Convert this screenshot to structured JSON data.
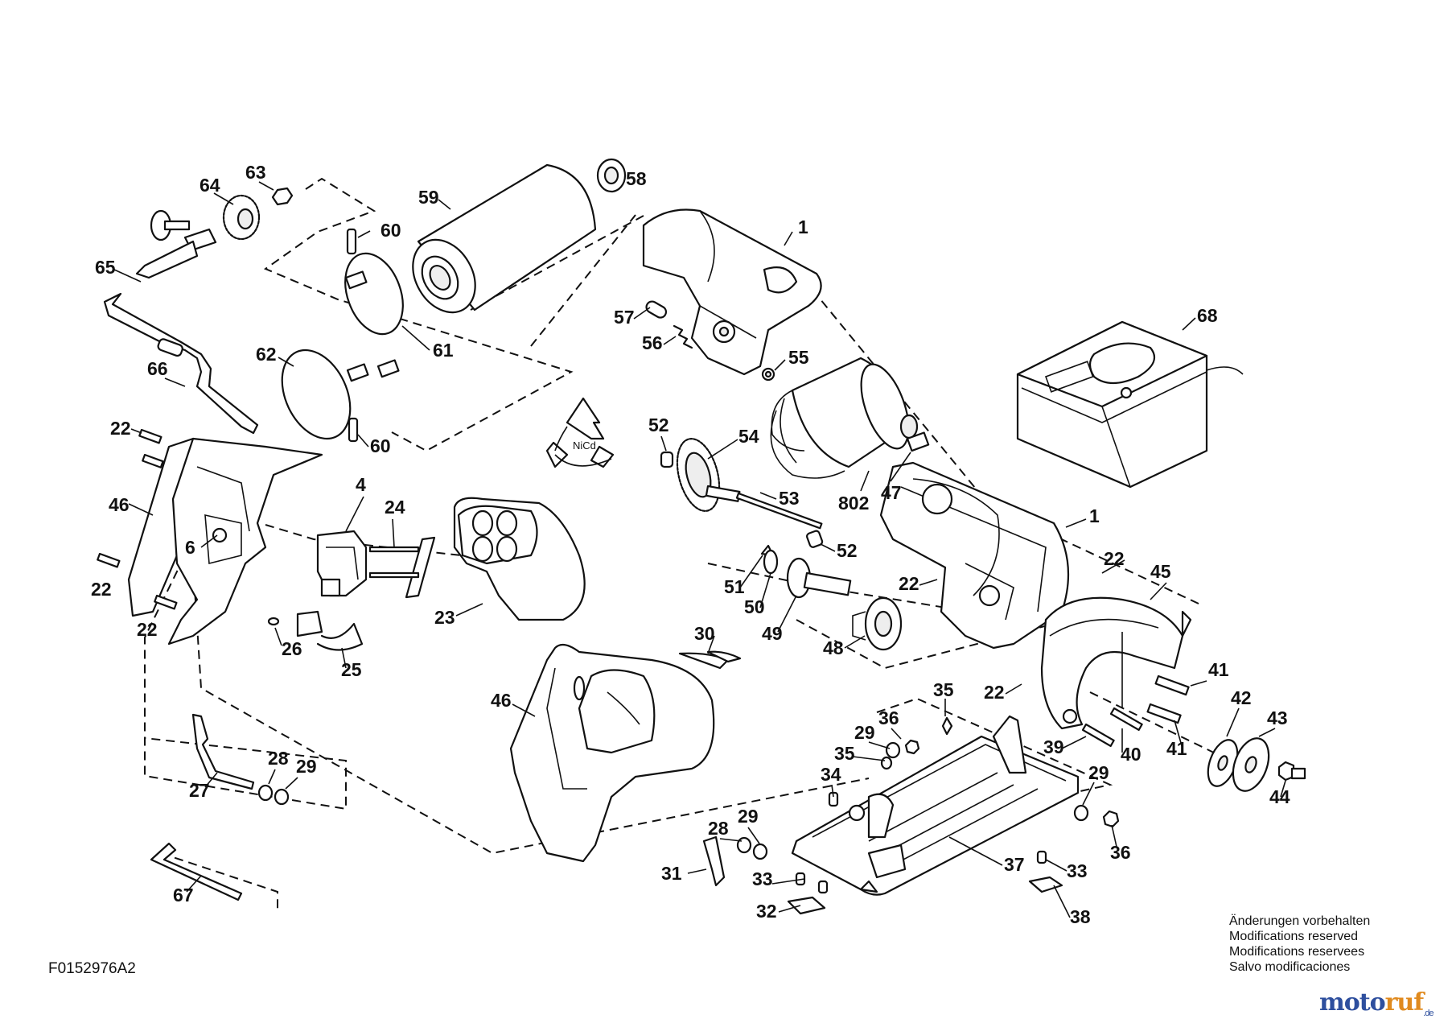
{
  "drawing_code": "F0152976A2",
  "notes": [
    "Änderungen vorbehalten",
    "Modifications reserved",
    "Modifications reservees",
    "Salvo modificaciones"
  ],
  "watermark": {
    "part1": "moto",
    "part2": "ruf",
    "suffix": ".de"
  },
  "callouts": [
    "63",
    "64",
    "65",
    "66",
    "59",
    "58",
    "60",
    "60",
    "61",
    "62",
    "1",
    "57",
    "56",
    "55",
    "68",
    "22",
    "22",
    "22",
    "46",
    "6",
    "4",
    "24",
    "23",
    "26",
    "25",
    "52",
    "54",
    "53",
    "52",
    "802",
    "47",
    "1",
    "51",
    "50",
    "49",
    "48",
    "22",
    "22",
    "45",
    "22",
    "30",
    "46",
    "35",
    "36",
    "29",
    "35",
    "34",
    "41",
    "42",
    "43",
    "44",
    "39",
    "40",
    "41",
    "28",
    "29",
    "27",
    "29",
    "36",
    "28",
    "29",
    "31",
    "33",
    "32",
    "37",
    "33",
    "38",
    "67"
  ]
}
